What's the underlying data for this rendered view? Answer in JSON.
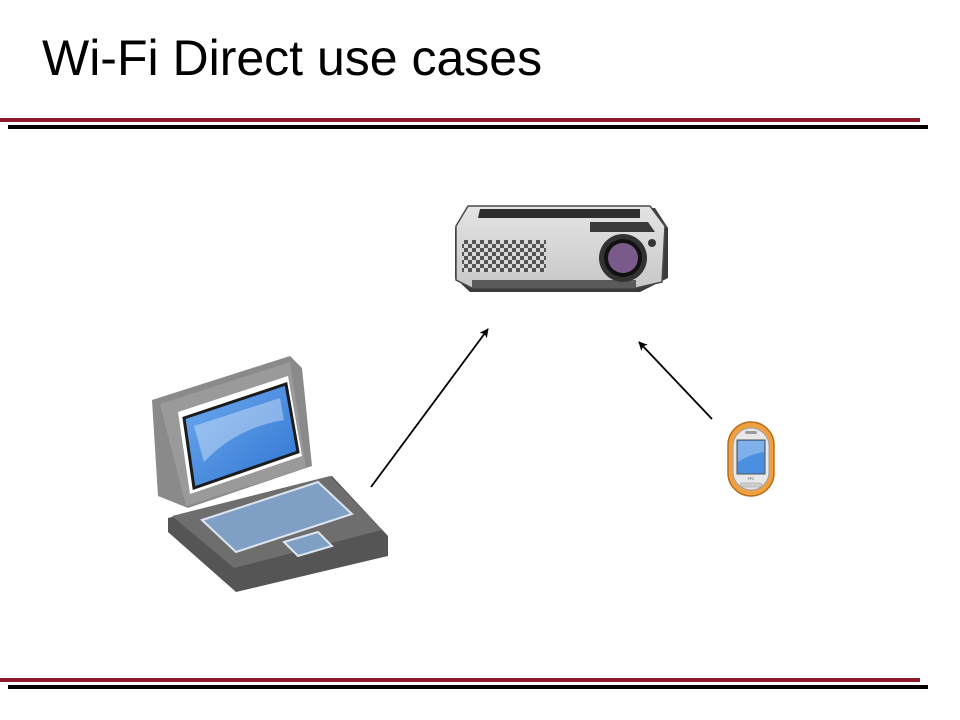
{
  "slide": {
    "title": "Wi-Fi Direct use cases"
  },
  "diagram": {
    "nodes": [
      {
        "id": "projector",
        "icon": "projector-icon"
      },
      {
        "id": "laptop",
        "icon": "laptop-icon"
      },
      {
        "id": "pda",
        "icon": "pda-phone-icon",
        "label": "PPC"
      }
    ],
    "edges": [
      {
        "from": "laptop",
        "to": "projector"
      },
      {
        "from": "pda",
        "to": "projector"
      }
    ],
    "colors": {
      "accent_rule": "#8a1c2c",
      "rule": "#000000",
      "arrow": "#000000",
      "laptop_screen": "#4a8fe0",
      "pda_frame": "#f0a040",
      "projector_lens": "#7a5a8a"
    }
  }
}
